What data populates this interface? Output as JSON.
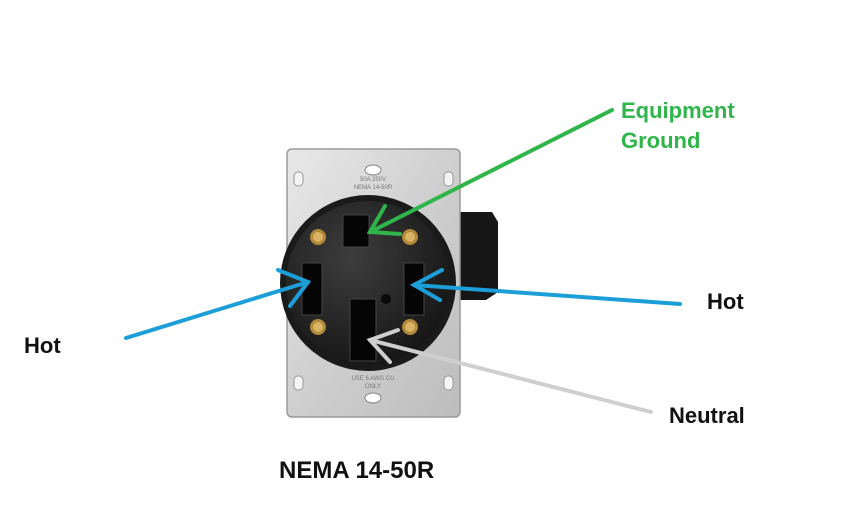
{
  "colors": {
    "ground": "#2fb54a",
    "hot": "#1c9fd9",
    "neutral": "#cfcfcf",
    "text": "#111111"
  },
  "labels": {
    "equipment_ground_line1": "Equipment",
    "equipment_ground_line2": "Ground",
    "hot_left": "Hot",
    "hot_right": "Hot",
    "neutral": "Neutral",
    "title": "NEMA 14-50R"
  },
  "plate_text": {
    "top": [
      "50A 250V",
      "NEMA 14-50R"
    ],
    "bottom": [
      "USE 6 AWG CU",
      "ONLY"
    ]
  },
  "icons": {
    "outlet": "nema-14-50r-receptacle",
    "pointers": "arrow"
  }
}
